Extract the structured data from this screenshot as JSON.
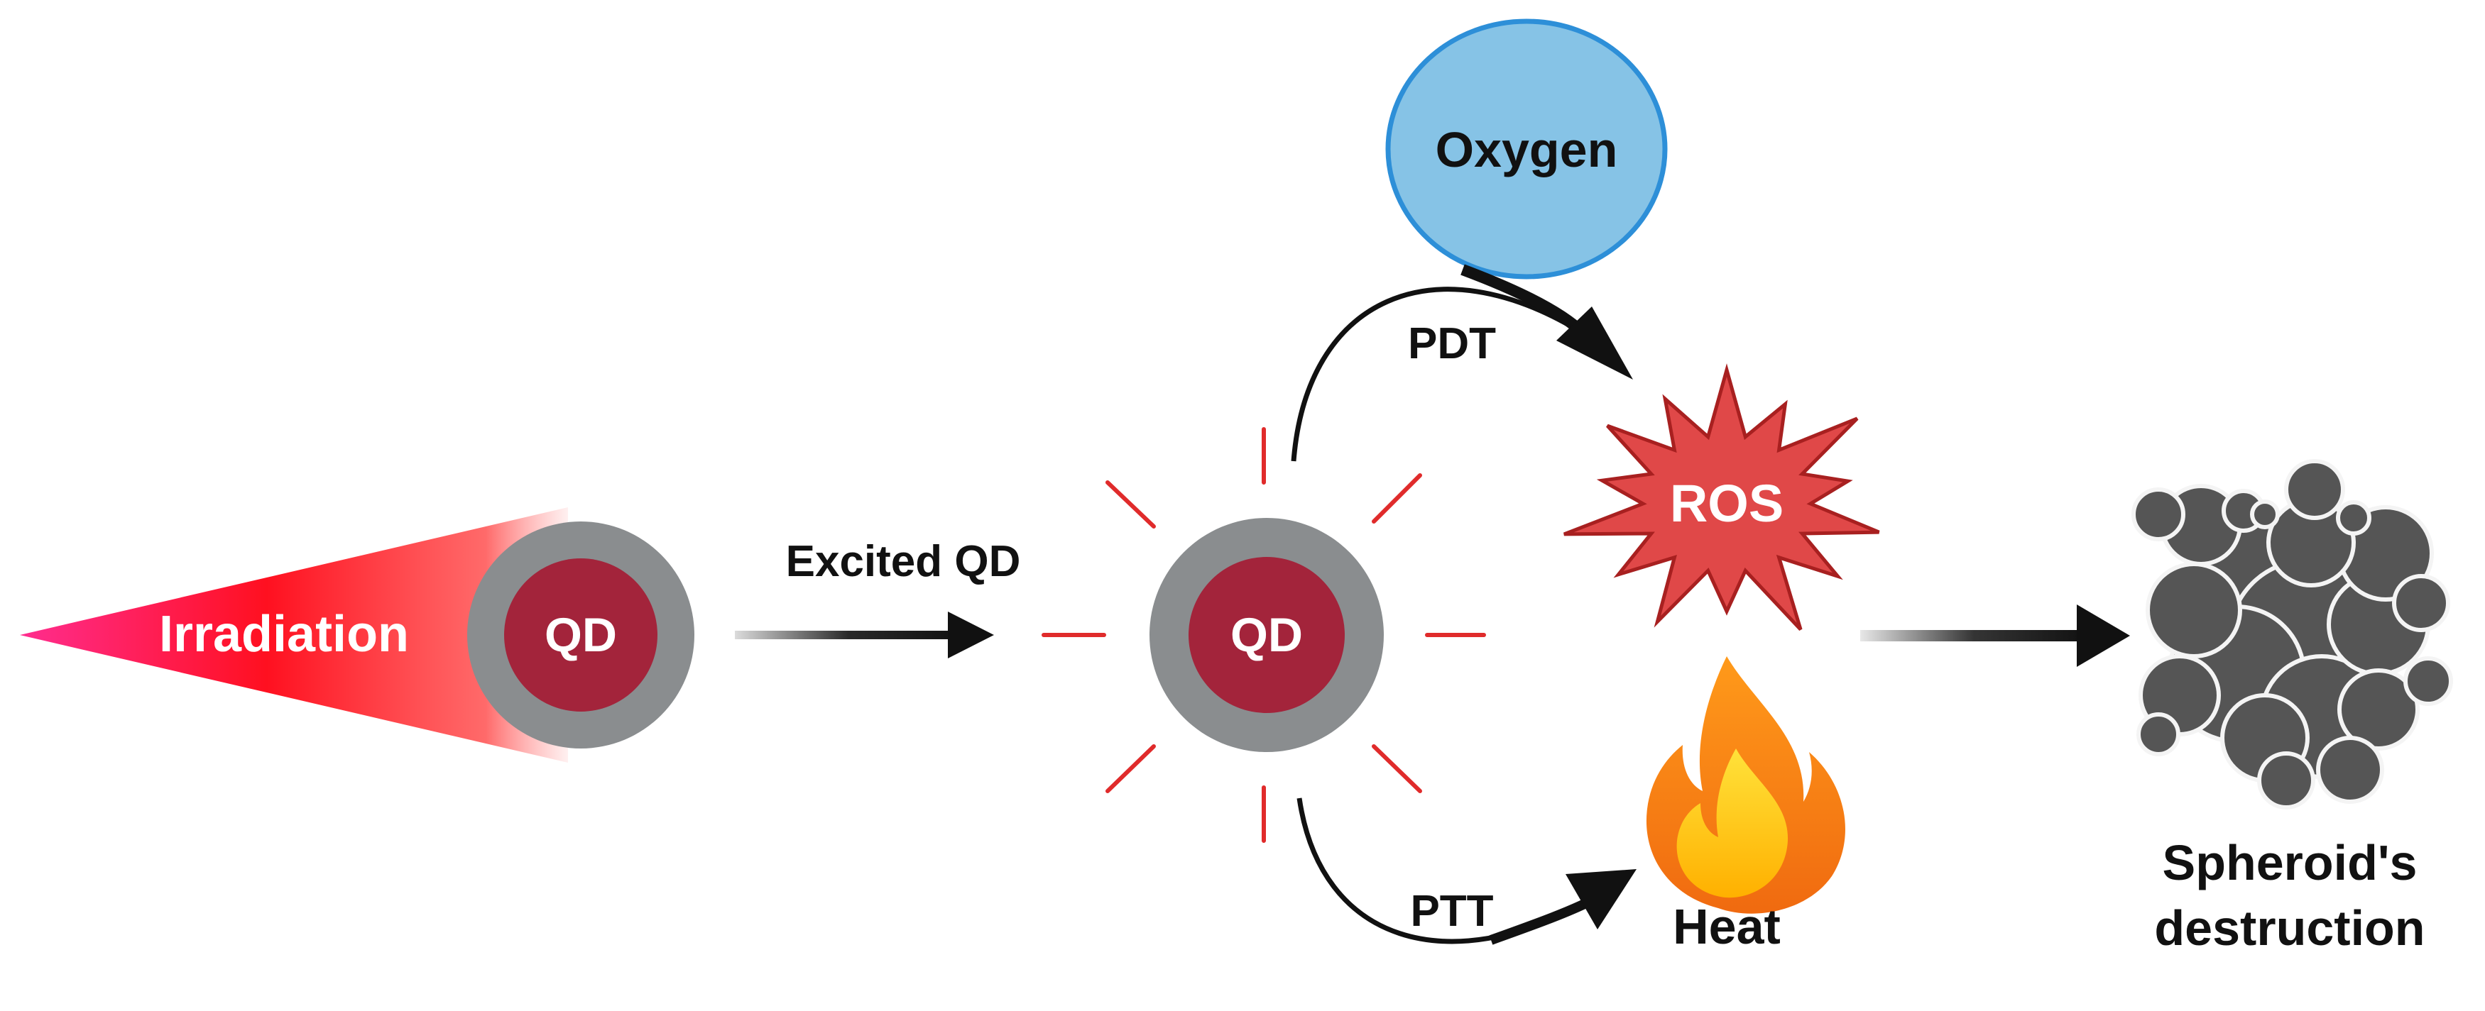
{
  "labels": {
    "irradiation": "Irradiation",
    "qd_ground": "QD",
    "excited_qd": "Excited QD",
    "qd_excited": "QD",
    "oxygen": "Oxygen",
    "pdt": "PDT",
    "ptt": "PTT",
    "ros": "ROS",
    "heat": "Heat",
    "spheroid_line1": "Spheroid's",
    "spheroid_line2": "destruction"
  },
  "colors": {
    "qd_shell": "#8a8d8f",
    "qd_core": "#a3243b",
    "oxygen_fill": "#86c3e6",
    "oxygen_stroke": "#2d8fd8",
    "ros_fill": "#e04848",
    "ros_stroke": "#a82020",
    "ray": "#e02b2b",
    "spheroid": "#555555",
    "arrow": "#111111"
  },
  "icons": {
    "heat": "flame-icon",
    "spheroid": "spheroid-fragments-icon"
  }
}
